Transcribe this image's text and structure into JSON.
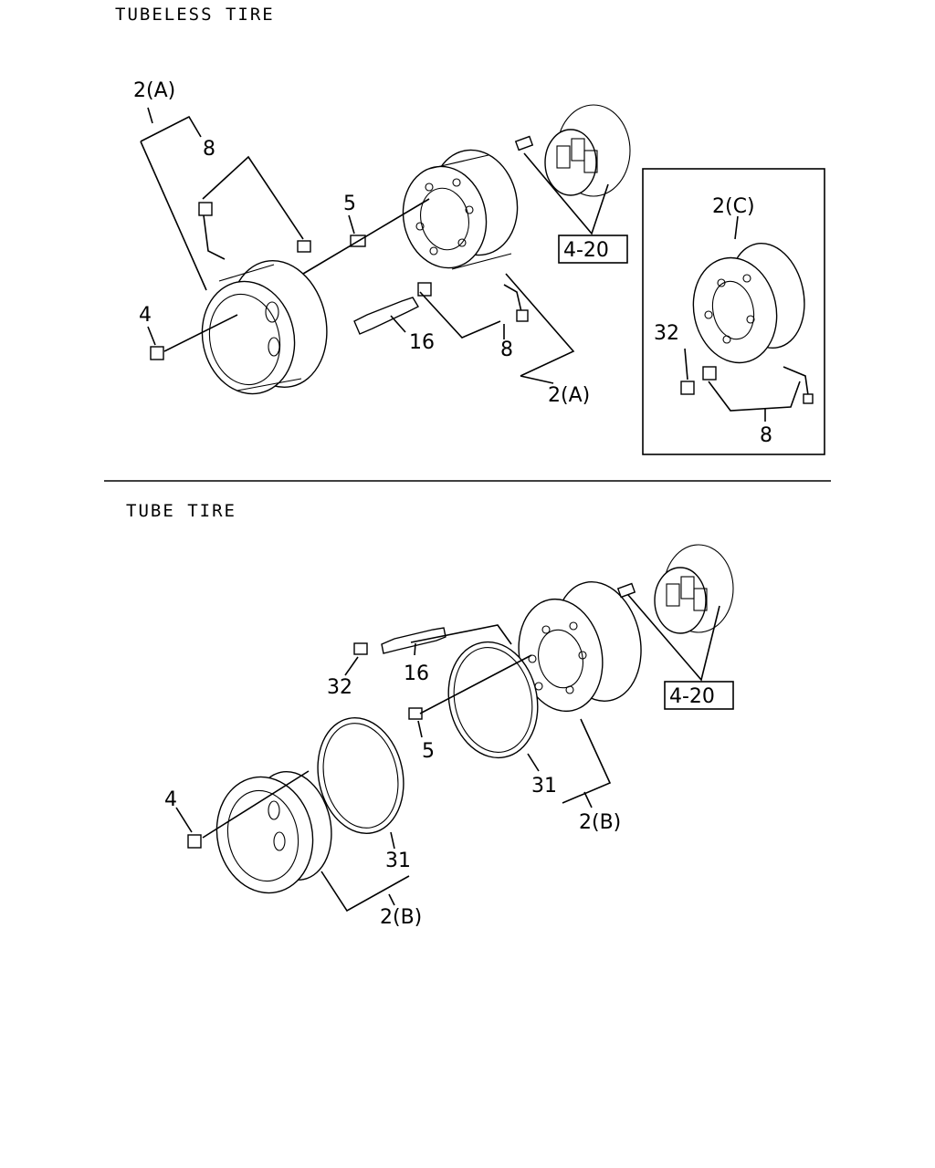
{
  "sections": {
    "tubeless": {
      "header": "TUBELESS TIRE"
    },
    "tube": {
      "header": "TUBE TIRE"
    }
  },
  "callouts": {
    "tubeless_2a_top": "2(A)",
    "tubeless_8_top": "8",
    "tubeless_5": "5",
    "tubeless_4": "4",
    "tubeless_16": "16",
    "tubeless_8_lower": "8",
    "tubeless_2a_lower": "2(A)",
    "tubeless_4_20": "4-20",
    "inset_2c": "2(C)",
    "inset_32": "32",
    "inset_8": "8",
    "tube_4_20": "4-20",
    "tube_32": "32",
    "tube_16": "16",
    "tube_5": "5",
    "tube_4": "4",
    "tube_31_right": "31",
    "tube_2b_right": "2(B)",
    "tube_31_left": "31",
    "tube_2b_left": "2(B)"
  }
}
